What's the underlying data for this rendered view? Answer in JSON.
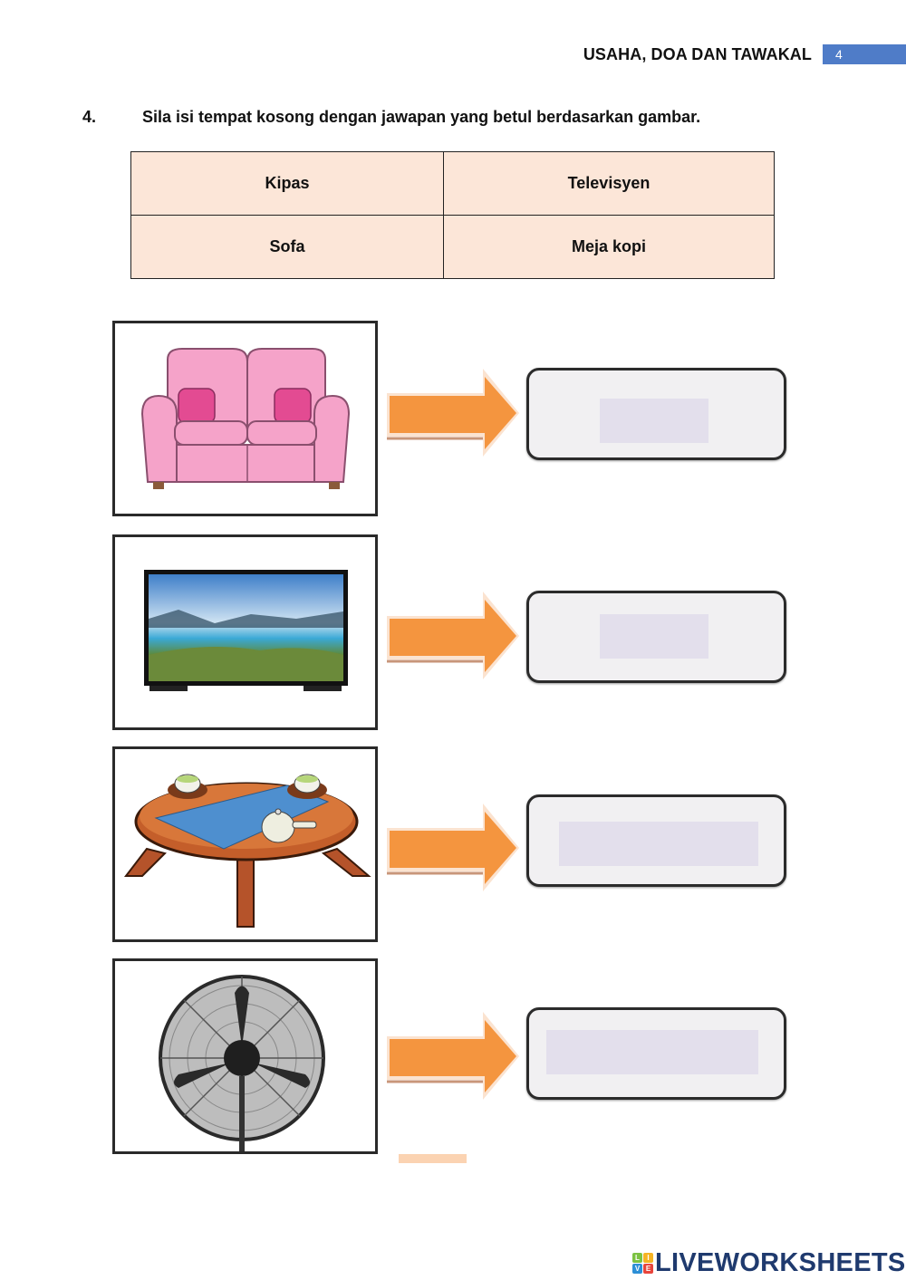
{
  "header": {
    "title": "USAHA, DOA DAN TAWAKAL",
    "page_number": "4",
    "badge_color": "#4f7cc8"
  },
  "question": {
    "number": "4.",
    "instruction": "Sila isi tempat kosong dengan jawapan yang betul berdasarkan gambar."
  },
  "word_bank": {
    "background": "#fce6d8",
    "rows": [
      [
        "Kipas",
        "Televisyen"
      ],
      [
        "Sofa",
        "Meja kopi"
      ]
    ]
  },
  "items": [
    {
      "picture": "sofa-image",
      "answer_value": "",
      "arrow_color": "#f4953f"
    },
    {
      "picture": "television-image",
      "answer_value": "",
      "arrow_color": "#f4953f"
    },
    {
      "picture": "coffee-table-image",
      "answer_value": "",
      "arrow_color": "#f4953f"
    },
    {
      "picture": "fan-image",
      "answer_value": "",
      "arrow_color": "#f4953f"
    }
  ],
  "footer": {
    "logo_blocks": [
      "L",
      "I",
      "V",
      "E"
    ],
    "logo_text": "LIVEWORKSHEETS"
  }
}
